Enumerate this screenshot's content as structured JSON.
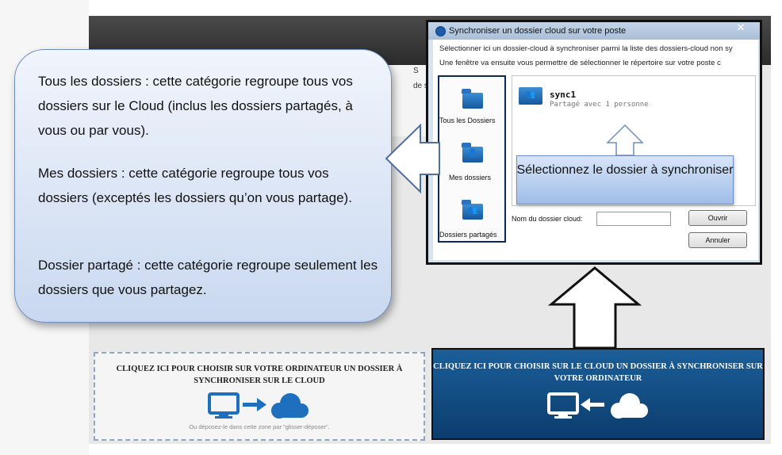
{
  "app": {
    "partial_text_line1": "S",
    "partial_text_line2": "de synch"
  },
  "callout": {
    "paragraphs": [
      "Tous les dossiers : cette catégorie regroupe tous vos dossiers sur le Cloud (inclus les dossiers partagés, à vous ou par vous).",
      "Mes dossiers : cette catégorie regroupe tous vos dossiers (exceptés les dossiers qu’on vous partage).",
      "Dossier partagé : cette catégorie regroupe seulement les dossiers que vous partagez."
    ]
  },
  "dialog": {
    "title": "Synchroniser un dossier cloud sur votre poste",
    "close_glyph": "✕",
    "instruction_line1": "Sélectionner ici un dossier-cloud à synchroniser parmi la liste des dossiers-cloud non sy",
    "instruction_line2": "Une fenêtre va ensuite vous permettre de sélectionner le répertoire sur votre poste c",
    "categories": [
      {
        "label": "Tous les Dossiers",
        "icon": "folder-icon"
      },
      {
        "label": "Mes dossiers",
        "icon": "person-folder-icon"
      },
      {
        "label": "Dossiers partagés",
        "icon": "shared-folder-icon"
      }
    ],
    "folders": [
      {
        "name": "sync1",
        "shared_with": "Partagé avec 1 personne",
        "icon": "shared-folder-icon"
      }
    ],
    "tip": "Sélectionnez le dossier à synchroniser",
    "cloud_name_label": "Nom du dossier cloud:",
    "cloud_name_value": "",
    "ouvrir_label": "Ouvrir",
    "annuler_label": "Annuler"
  },
  "dropzones": {
    "local_text": "CLIQUEZ ICI POUR CHOISIR SUR VOTRE ORDINATEUR UN DOSSIER À SYNCHRONISER SUR LE CLOUD",
    "local_hint": "Ou déposez-le dans cette zone par \"glisser-déposer\".",
    "cloud_text": "CLIQUEZ ICI POUR CHOISIR SUR LE CLOUD UN DOSSIER À SYNCHRONISER SUR VOTRE ORDINATEUR"
  },
  "colors": {
    "accent_blue": "#1a5e98",
    "callout_border": "#6f8fc4",
    "folder_blue": "#1f6fbf"
  }
}
